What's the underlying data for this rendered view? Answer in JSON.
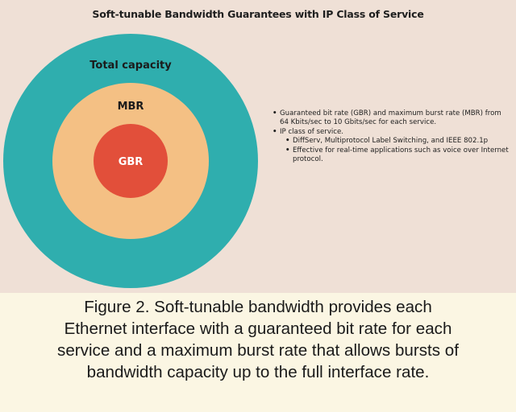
{
  "figure": {
    "title": "Soft-tunable Bandwidth Guarantees with IP Class of Service",
    "rings": {
      "outer": {
        "label": "Total capacity",
        "color": "#2faeae"
      },
      "middle": {
        "label": "MBR",
        "color": "#f4c084"
      },
      "inner": {
        "label": "GBR",
        "color": "#e24f3a"
      }
    },
    "bullets": [
      {
        "text": "Guaranteed bit rate (GBR) and maximum burst rate (MBR) from 64 Kbits/sec to 10 Gbits/sec for each service.",
        "level": 1
      },
      {
        "text": "IP class of service.",
        "level": 1
      },
      {
        "text": "DiffServ, Multiprotocol Label Switching, and IEEE 802.1p",
        "level": 2
      },
      {
        "text": "Effective for real-time applications such as voice over Internet protocol.",
        "level": 2
      }
    ]
  },
  "caption": {
    "lines": [
      "Figure 2. Soft-tunable bandwidth provides each",
      "Ethernet interface with a guaranteed bit rate for each",
      "service and a maximum burst rate that allows bursts of",
      "bandwidth capacity up to the full interface rate."
    ]
  }
}
